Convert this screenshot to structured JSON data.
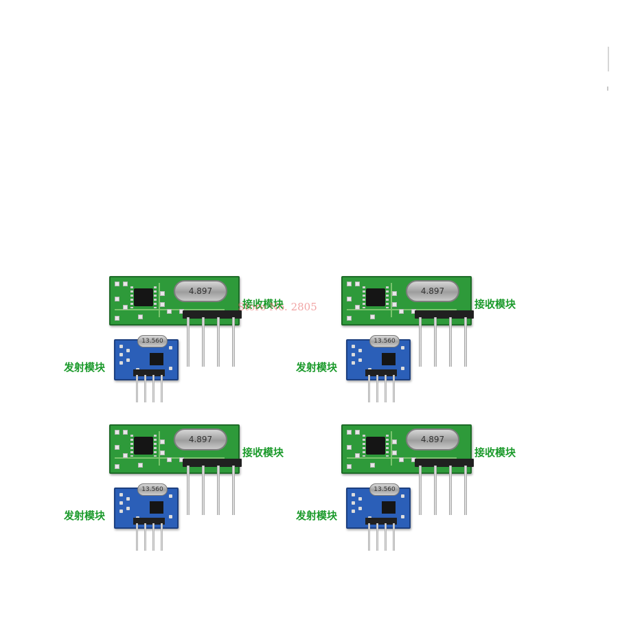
{
  "image": {
    "background": "#ffffff",
    "label_color": "#1b9a2b",
    "watermark_color": "#e65a5a"
  },
  "module_pairs": [
    {
      "receiver": {
        "label": "接收模块",
        "crystal_text": "4.897"
      },
      "transmitter": {
        "label": "发射模块",
        "crystal_text": "13.560"
      }
    },
    {
      "receiver": {
        "label": "接收模块",
        "crystal_text": "4.897"
      },
      "transmitter": {
        "label": "发射模块",
        "crystal_text": "13.560"
      }
    },
    {
      "receiver": {
        "label": "接收模块",
        "crystal_text": "4.897"
      },
      "transmitter": {
        "label": "发射模块",
        "crystal_text": "13.560"
      }
    },
    {
      "receiver": {
        "label": "接收模块",
        "crystal_text": "4.897"
      },
      "transmitter": {
        "label": "发射模块",
        "crystal_text": "13.560"
      }
    }
  ],
  "watermark": "Store No. 2805"
}
